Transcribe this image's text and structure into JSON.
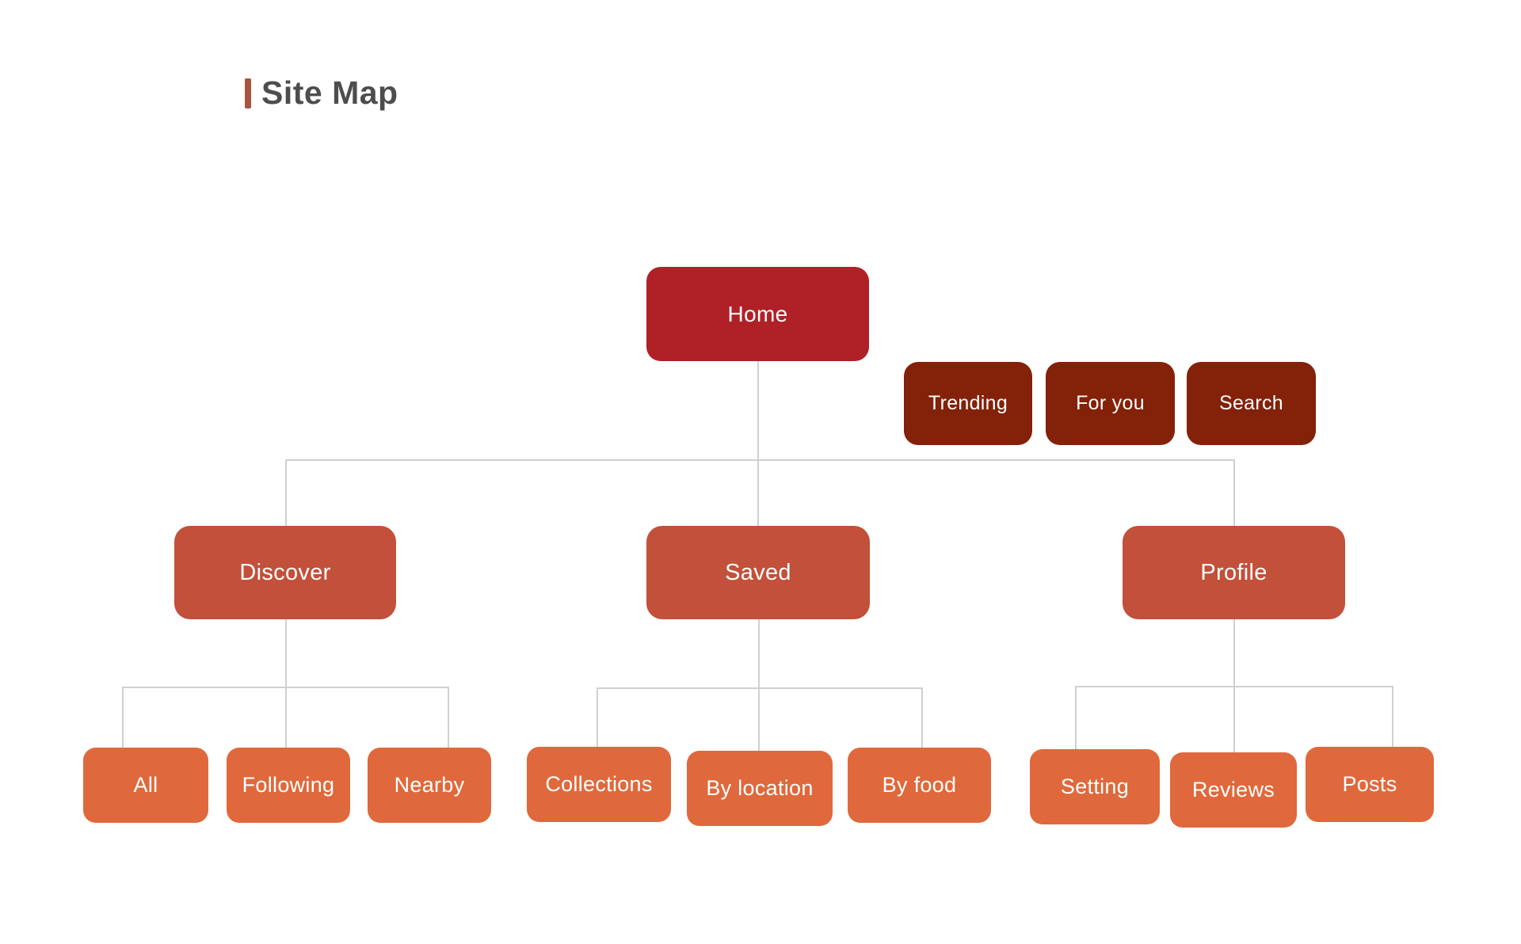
{
  "title": {
    "text": "Site Map"
  },
  "colors": {
    "background": "#FFFFFF",
    "titleText": "#4D4D4D",
    "titleTick": "#A85441",
    "level1": "#B02127",
    "tabs": "#842109",
    "level2": "#C2503A",
    "level3": "#DF693C",
    "line": "#D0D0D0",
    "nodeText": "#FFFFFF"
  },
  "sitemap": {
    "root": {
      "label": "Home"
    },
    "root_tabs": [
      {
        "label": "Trending"
      },
      {
        "label": "For you"
      },
      {
        "label": "Search"
      }
    ],
    "branches": [
      {
        "label": "Discover",
        "children": [
          {
            "label": "All"
          },
          {
            "label": "Following"
          },
          {
            "label": "Nearby"
          }
        ]
      },
      {
        "label": "Saved",
        "children": [
          {
            "label": "Collections"
          },
          {
            "label": "By location"
          },
          {
            "label": "By food"
          }
        ]
      },
      {
        "label": "Profile",
        "children": [
          {
            "label": "Setting"
          },
          {
            "label": "Reviews"
          },
          {
            "label": "Posts"
          }
        ]
      }
    ]
  }
}
